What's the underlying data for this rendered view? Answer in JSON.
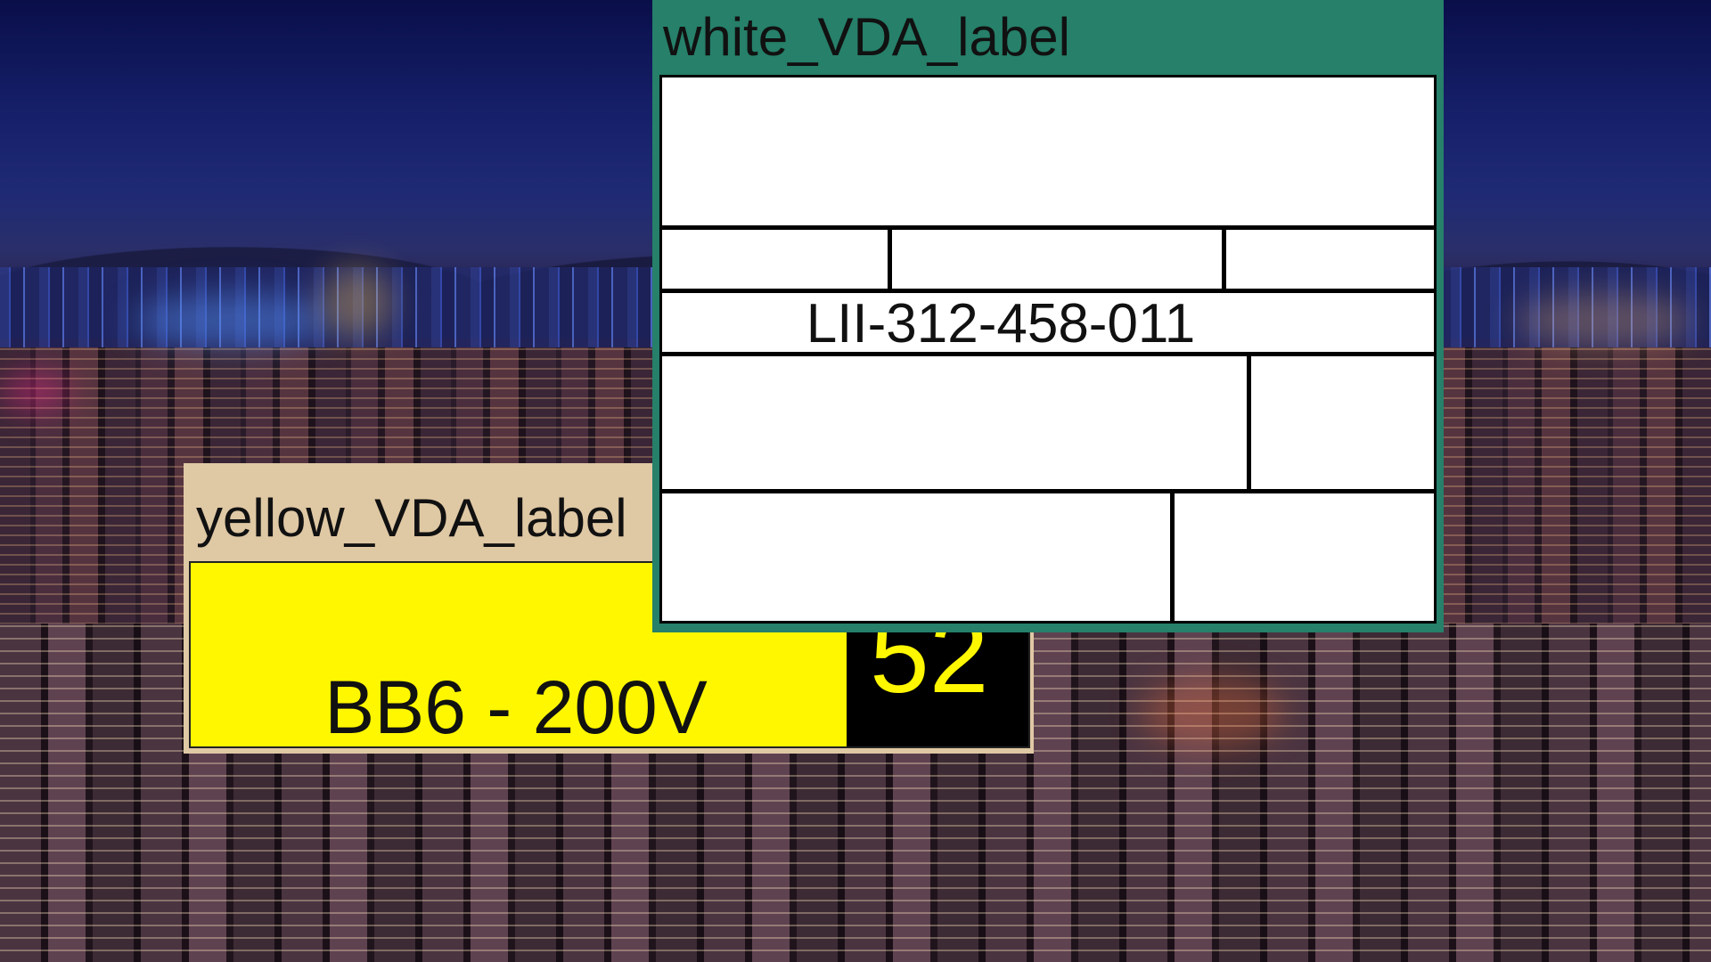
{
  "yellow_label": {
    "title": "yellow_VDA_label",
    "text": "BB6 - 200V",
    "number": "52",
    "colors": {
      "card_background": "#dfc8a4",
      "label_background": "#fff700",
      "number_background": "#000000",
      "number_text": "#fff700"
    }
  },
  "white_label": {
    "title": "white_VDA_label",
    "text": "LII-312-458-011",
    "colors": {
      "card_background": "#26806a",
      "label_background": "#ffffff"
    }
  }
}
